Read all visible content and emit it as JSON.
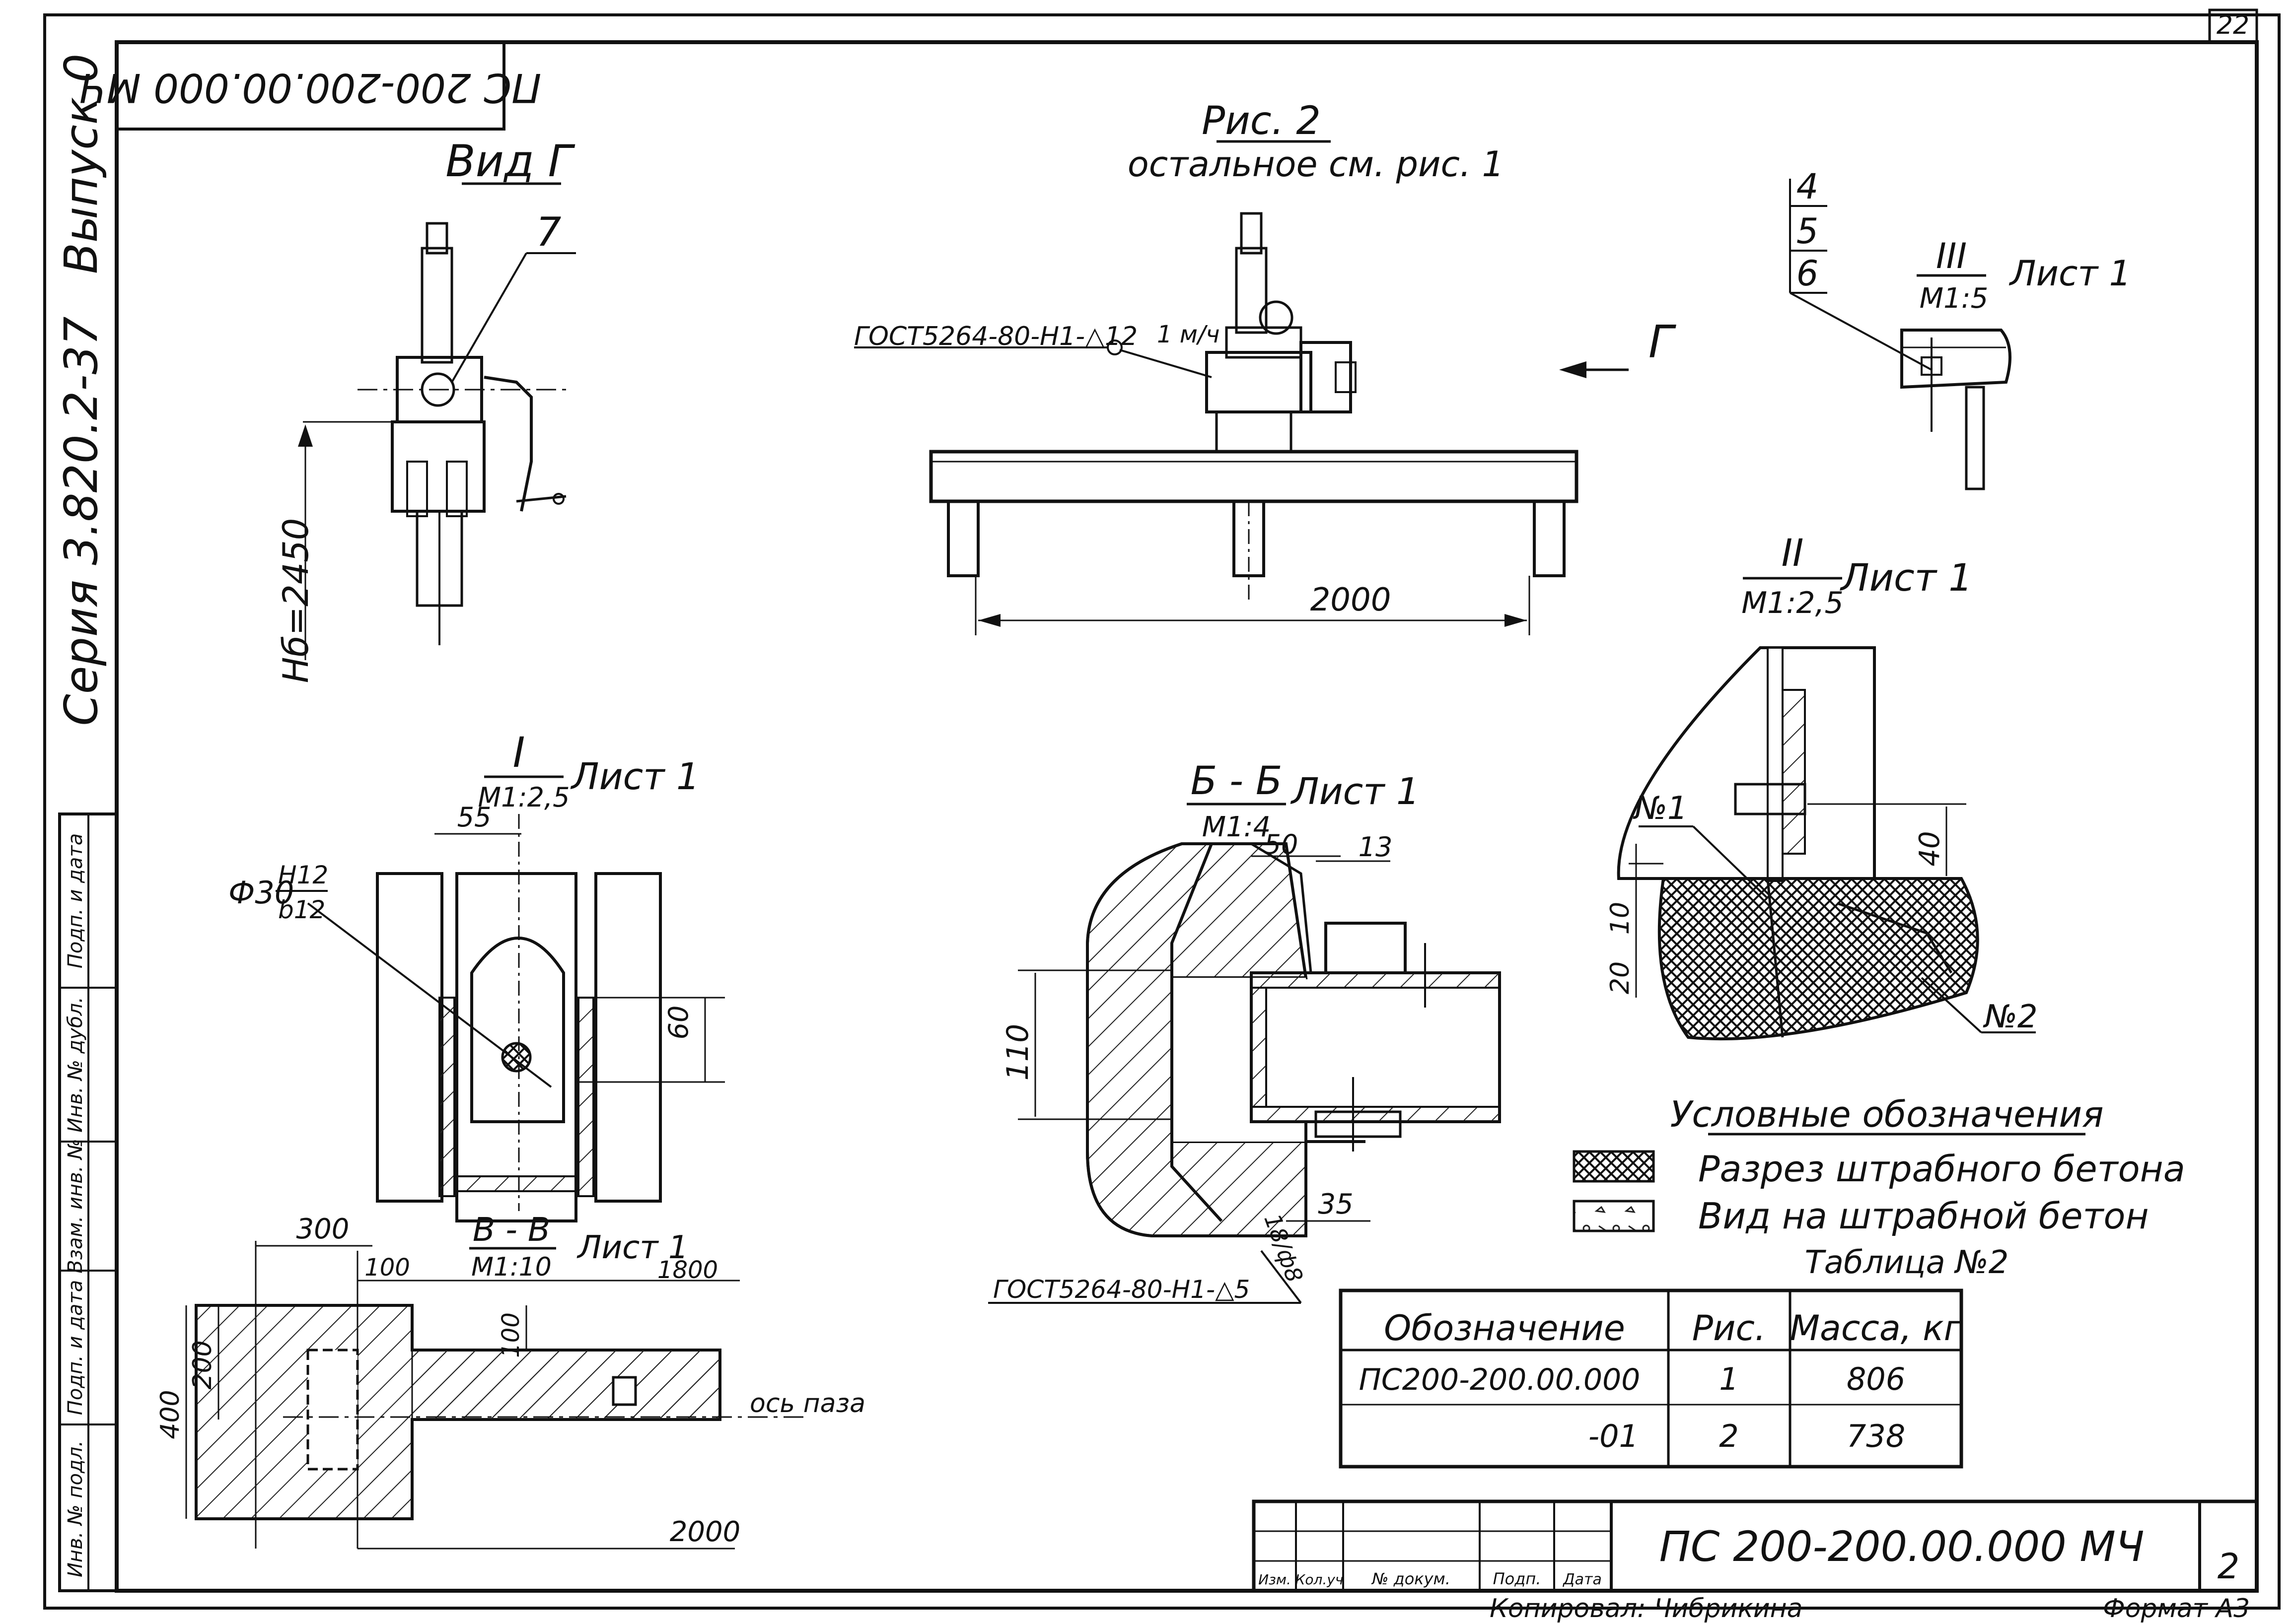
{
  "sheet": {
    "page_number": "22",
    "top_stamp": "ПС 200-200.00.000 МЧ",
    "series": "Серия 3.820.2-37",
    "issue": "Выпуск 0",
    "side_fields": [
      "Инв. № подл.",
      "Подп. и дата",
      "Взам. инв. №",
      "Инв. № дубл.",
      "Подп. и дата"
    ],
    "copied_by": "Копировал: Чибрикина",
    "format": "Формат А3",
    "sheet_no": "2"
  },
  "view_g": {
    "title": "Вид Г",
    "callout": "7",
    "height_label": "Нб=2450"
  },
  "fig2": {
    "title": "Рис. 2",
    "subtitle": "остальное см. рис. 1",
    "weld_note": "ГОСТ5264-80-Н1-△12",
    "weld_note_tail": "1 м/ч",
    "span": "2000",
    "view_arrow_label": "Г"
  },
  "detail_iii": {
    "callouts": [
      "4",
      "5",
      "6"
    ],
    "label": "III",
    "scale": "М1:5",
    "sheet_ref": "Лист 1"
  },
  "detail_i": {
    "label": "I",
    "scale": "М1:2,5",
    "sheet_ref": "Лист 1",
    "dim_top": "55",
    "dim_side": "60",
    "hole": "Ф30",
    "fit_upper": "Н12",
    "fit_lower": "b12"
  },
  "section_bb": {
    "label": "Б - Б",
    "scale": "М1:4",
    "sheet_ref": "Лист 1",
    "dim_50": "50",
    "dim_13": "13",
    "dim_110": "110",
    "dim_35": "35",
    "dim_angle": "18/ф8",
    "weld_note": "ГОСТ5264-80-Н1-△5"
  },
  "detail_ii": {
    "label": "II",
    "scale": "М1:2,5",
    "sheet_ref": "Лист 1",
    "callout_1": "№1",
    "callout_2": "№2",
    "dim_40": "40",
    "dim_10": "10",
    "dim_20": "20"
  },
  "section_vv": {
    "label": "В - В",
    "scale": "М1:10",
    "sheet_ref": "Лист 1",
    "dim_1800": "1800",
    "dim_300": "300",
    "dim_100_top": "100",
    "dim_100_side": "100",
    "dim_200": "200",
    "dim_400": "400",
    "axis_label": "ось паза",
    "dim_2000": "2000"
  },
  "legend": {
    "title": "Условные обозначения",
    "items": [
      {
        "pattern": "crosshatch",
        "label": "Разрез штрабного бетона"
      },
      {
        "pattern": "concrete",
        "label": "Вид на штрабной бетон"
      }
    ]
  },
  "table2": {
    "title": "Таблица №2",
    "headers": [
      "Обозначение",
      "Рис.",
      "Масса, кг"
    ],
    "rows": [
      [
        "ПС200-200.00.000",
        "1",
        "806"
      ],
      [
        "-01",
        "2",
        "738"
      ]
    ]
  },
  "title_block": {
    "designation": "ПС 200-200.00.000 МЧ",
    "columns": [
      "Изм.",
      "Кол.уч",
      "№ докум.",
      "Подп.",
      "Дата"
    ]
  }
}
